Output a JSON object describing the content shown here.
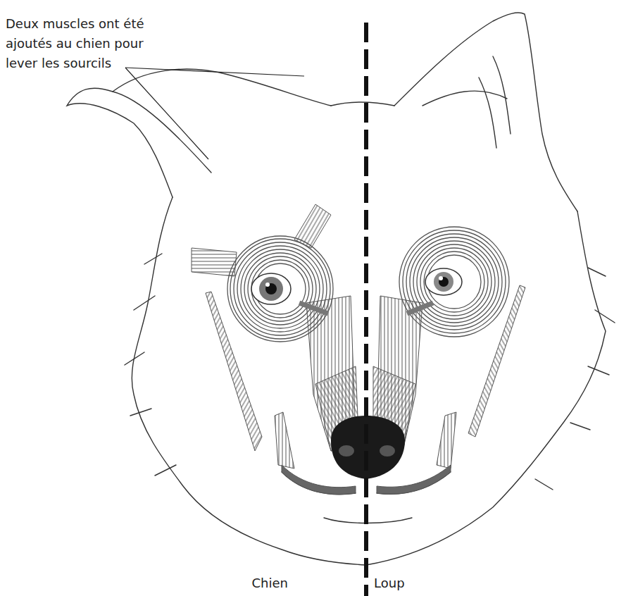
{
  "diagram": {
    "labels": [
      "Deux muscles ont été ajoutés au chien pour lever les sourcils",
      "Chien",
      "Loup"
    ]
  }
}
